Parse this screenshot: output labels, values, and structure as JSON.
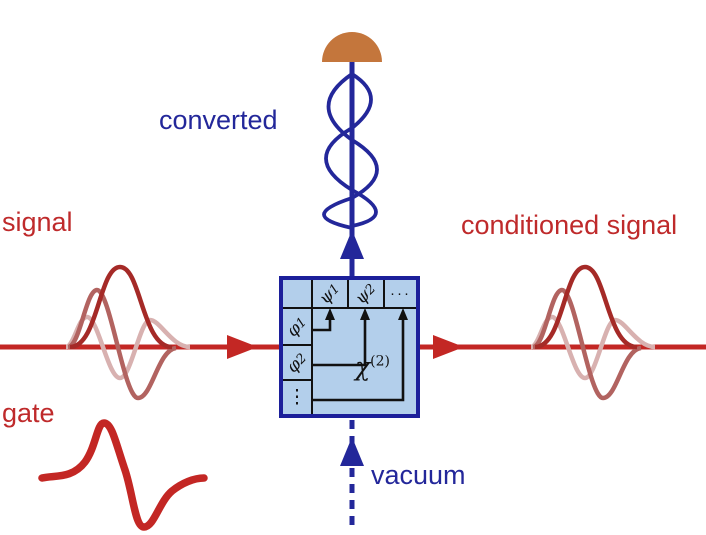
{
  "labels": {
    "signal": "signal",
    "gate": "gate",
    "converted": "converted",
    "vacuum": "vacuum",
    "conditioned": "conditioned signal"
  },
  "box": {
    "row_modes": [
      {
        "sym": "ψ",
        "idx": "1"
      },
      {
        "sym": "ψ",
        "idx": "2"
      }
    ],
    "row_dots": "···",
    "col_modes": [
      {
        "sym": "φ",
        "idx": "1"
      },
      {
        "sym": "φ",
        "idx": "2"
      }
    ],
    "col_dots": "⋮",
    "chi_sym": "χ",
    "chi_sup": "(2)"
  },
  "icons": {
    "detector": "detector-dome-icon",
    "signal_arrow": "right-arrow-icon",
    "conditioned_arrow": "right-arrow-icon",
    "converted_arrow": "up-arrow-icon",
    "vacuum_arrow": "up-arrow-icon"
  },
  "colors": {
    "red": "#c32724",
    "label-red": "#bf2a2b",
    "dark-red": "#a52a27",
    "mid-red": "#b26360",
    "pink": "#d8b1b0",
    "blue": "#23279a",
    "box-fill": "#b3cfeb",
    "box-border": "#1c1f9a",
    "orange": "#c4763c"
  }
}
